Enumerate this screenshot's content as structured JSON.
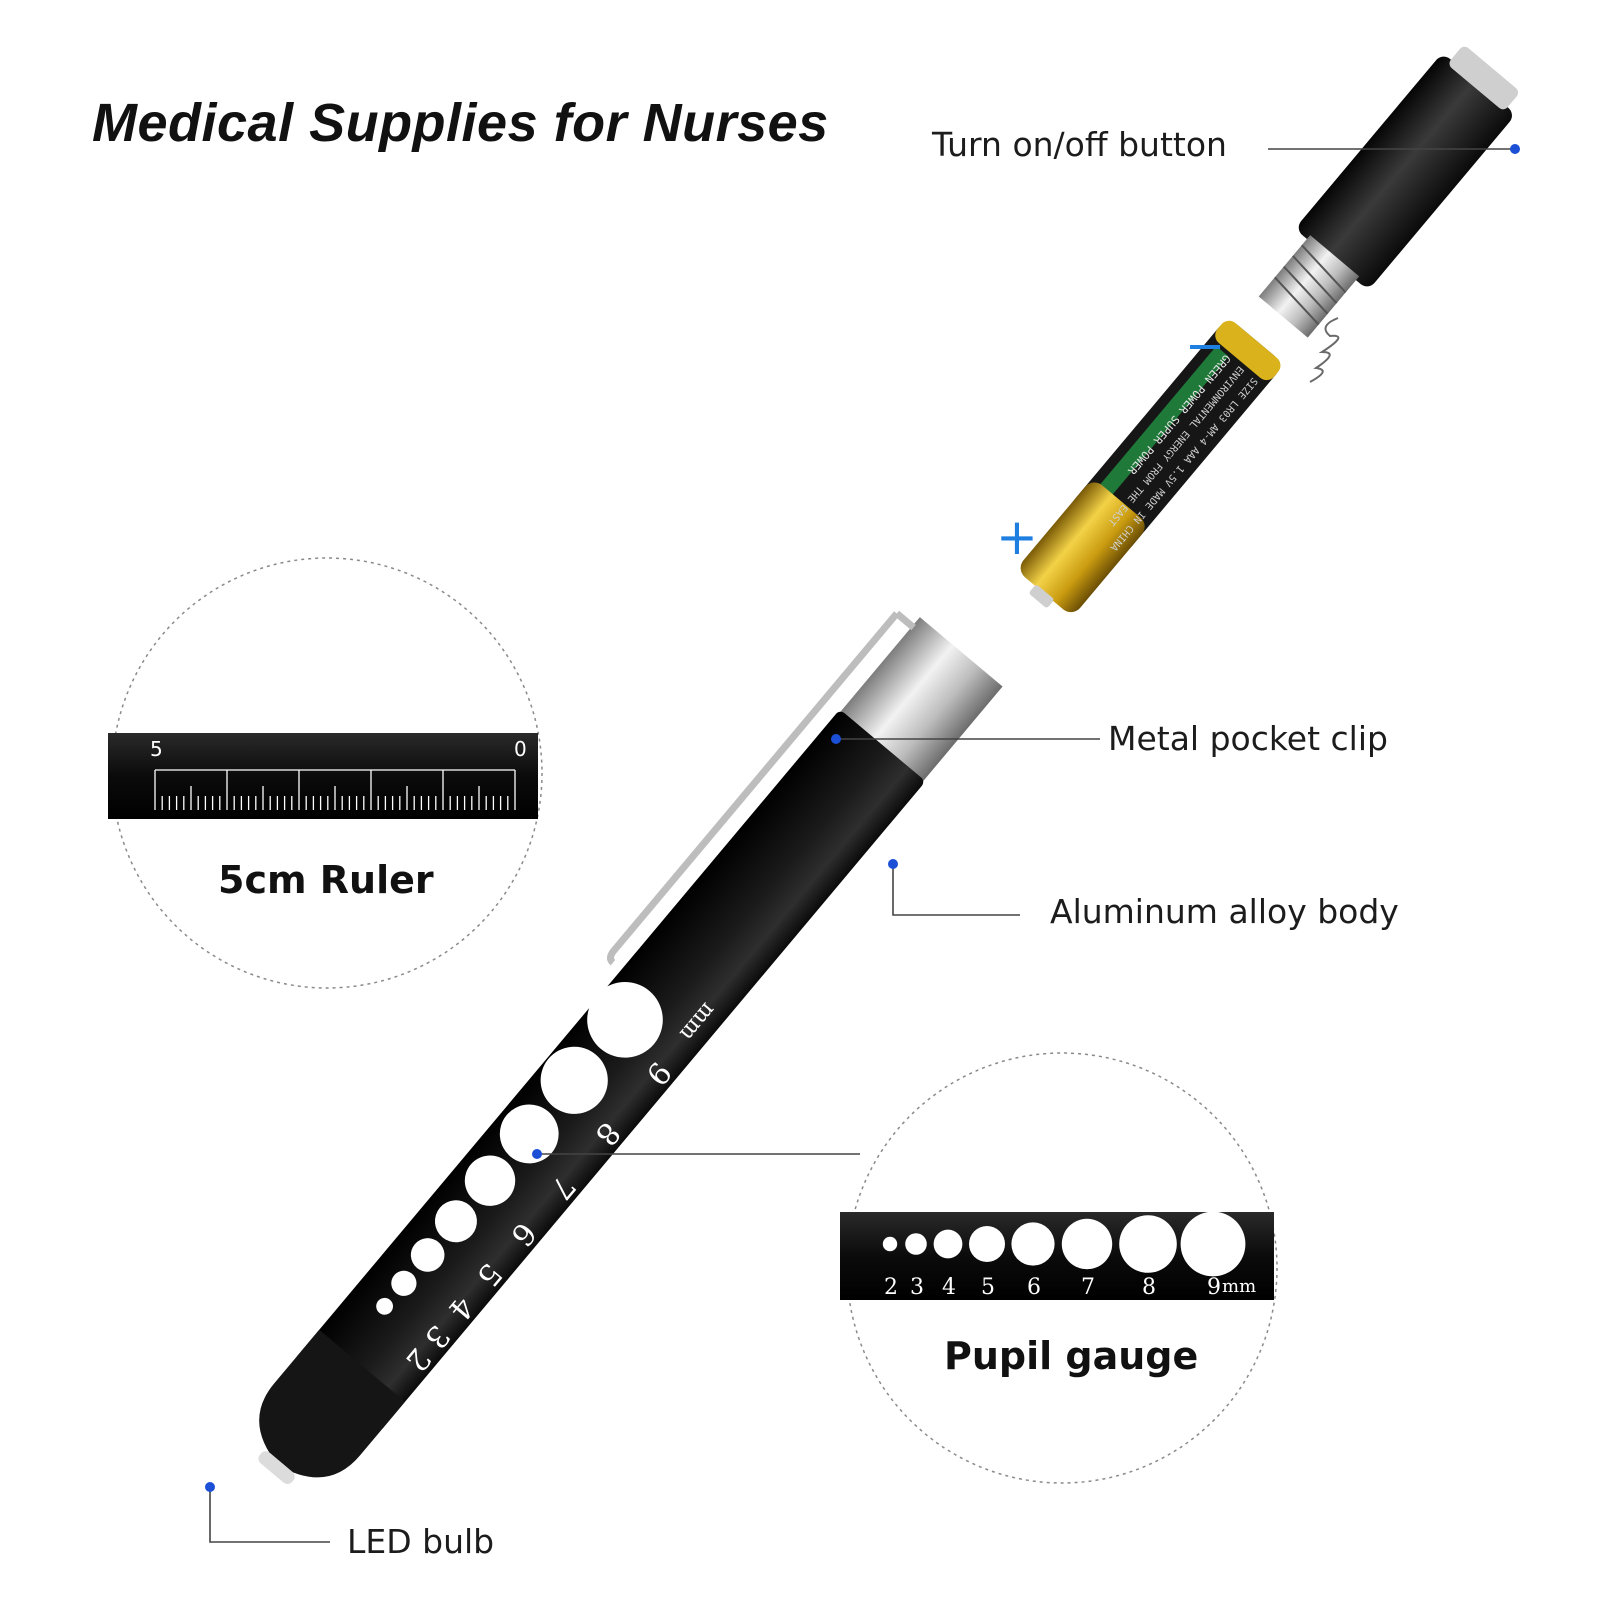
{
  "title": "Medical Supplies for Nurses",
  "callouts": {
    "button": "Turn on/off button",
    "clip": "Metal pocket clip",
    "body": "Aluminum alloy body",
    "led": "LED bulb"
  },
  "battery": {
    "minus": "−",
    "plus": "+",
    "label_top": "GREEN POWER SUPER POWER",
    "label_mid": "ENVIRONMENTAL ENERGY FROM THE EAST",
    "label_bottom": "SIZE LR03 AM-4 AAA 1.5V MADE IN CHINA"
  },
  "pen_gauge": {
    "sizes": [
      "2",
      "3",
      "4",
      "5",
      "6",
      "7",
      "8",
      "9"
    ],
    "unit": "mm"
  },
  "ruler_inset": {
    "title": "5cm Ruler",
    "start_label": "5",
    "end_label": "0"
  },
  "pupil_inset": {
    "title": "Pupil gauge",
    "sizes": [
      "2",
      "3",
      "4",
      "5",
      "6",
      "7",
      "8",
      "9"
    ],
    "unit": "mm"
  },
  "colors": {
    "marker": "#1a4fd6",
    "accent_sign": "#1e7fe0",
    "pen_body": "#111111",
    "battery_gold": "#d9b21c",
    "battery_green": "#1f7a3a"
  }
}
